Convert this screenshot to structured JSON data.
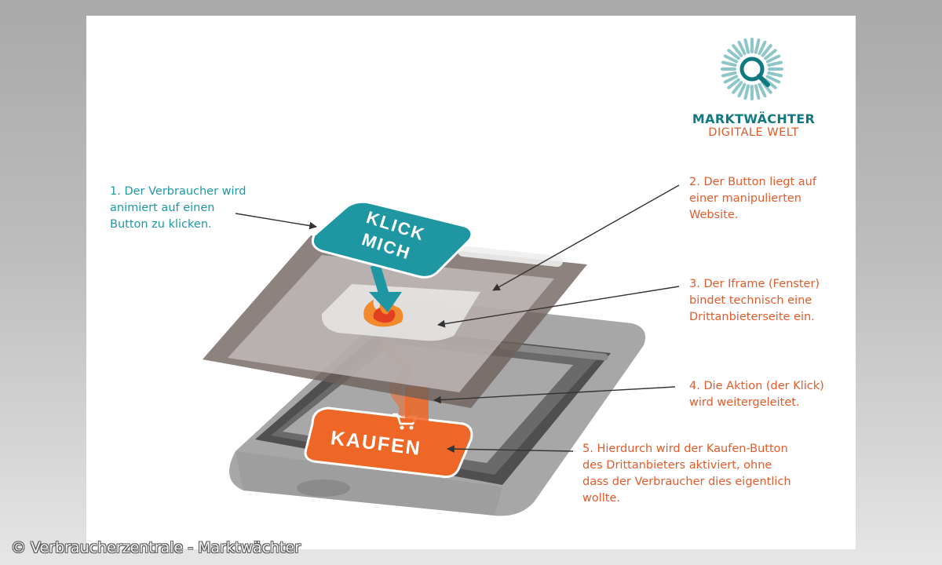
{
  "logo": {
    "title": "MARKTWÄCHTER",
    "subtitle": "DIGITALE WELT",
    "icon": "magnifier-sunburst-icon",
    "color_title": "#117a80",
    "color_subtitle": "#e25b2a"
  },
  "buttons": {
    "click_me_line1": "KLICK",
    "click_me_line2": "MICH",
    "buy": "KAUFEN",
    "click_me_color": "#1f97a3",
    "buy_color": "#ee6726"
  },
  "callouts": {
    "step1": [
      "1. Der Verbraucher wird",
      "animiert auf einen",
      "Button zu klicken."
    ],
    "step2": [
      "2. Der Button liegt auf",
      "einer manipulierten",
      "Website."
    ],
    "step3": [
      "3. Der Iframe (Fenster)",
      "bindet technisch eine",
      "Drittanbieterseite ein."
    ],
    "step4": [
      "4. Die Aktion (der Klick)",
      "wird weitergeleitet."
    ],
    "step5": [
      "5. Hierdurch wird der Kaufen-Button",
      "des Drittanbieters aktiviert, ohne",
      "dass der Verbraucher dies eigentlich",
      "wollte."
    ]
  },
  "footer": {
    "copyright": "© Verbraucherzentrale - Marktwächter"
  }
}
